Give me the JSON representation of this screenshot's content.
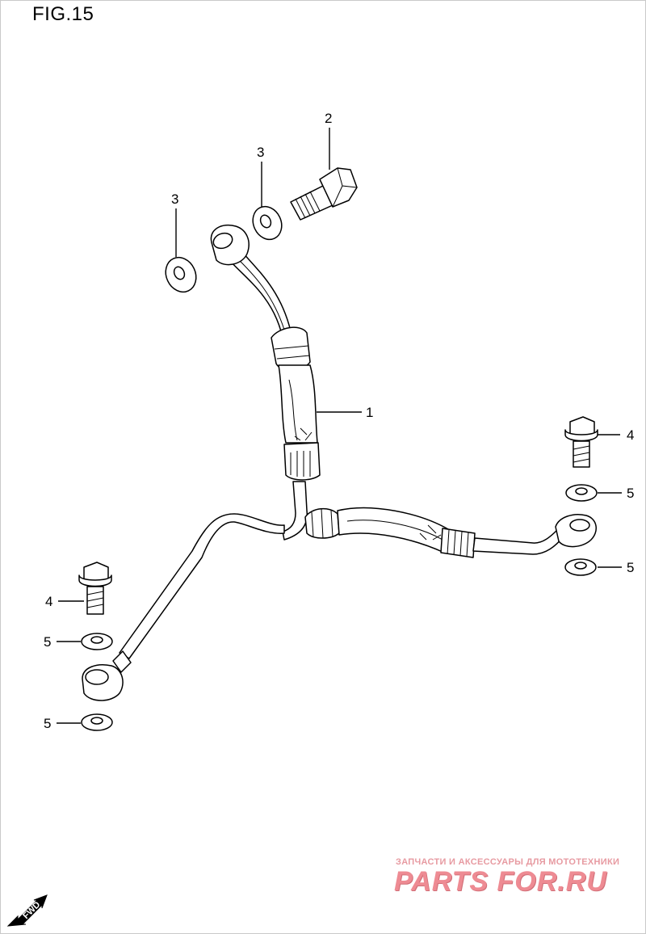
{
  "figure": {
    "title": "FIG.15"
  },
  "callouts": {
    "part1": "1",
    "part2": "2",
    "part3a": "3",
    "part3b": "3",
    "part4_right": "4",
    "part4_left": "4",
    "part5_right_upper": "5",
    "part5_right_lower": "5",
    "part5_left_upper": "5",
    "part5_left_lower": "5"
  },
  "direction_marker": {
    "label": "FWD",
    "icon": "forward-arrow-icon"
  },
  "watermark": {
    "tagline": "ЗАПЧАСТИ И АКСЕССУАРЫ ДЛЯ МОТОТЕХНИКИ",
    "brand": "PARTS FOR.RU",
    "color": "#ee8b93"
  }
}
